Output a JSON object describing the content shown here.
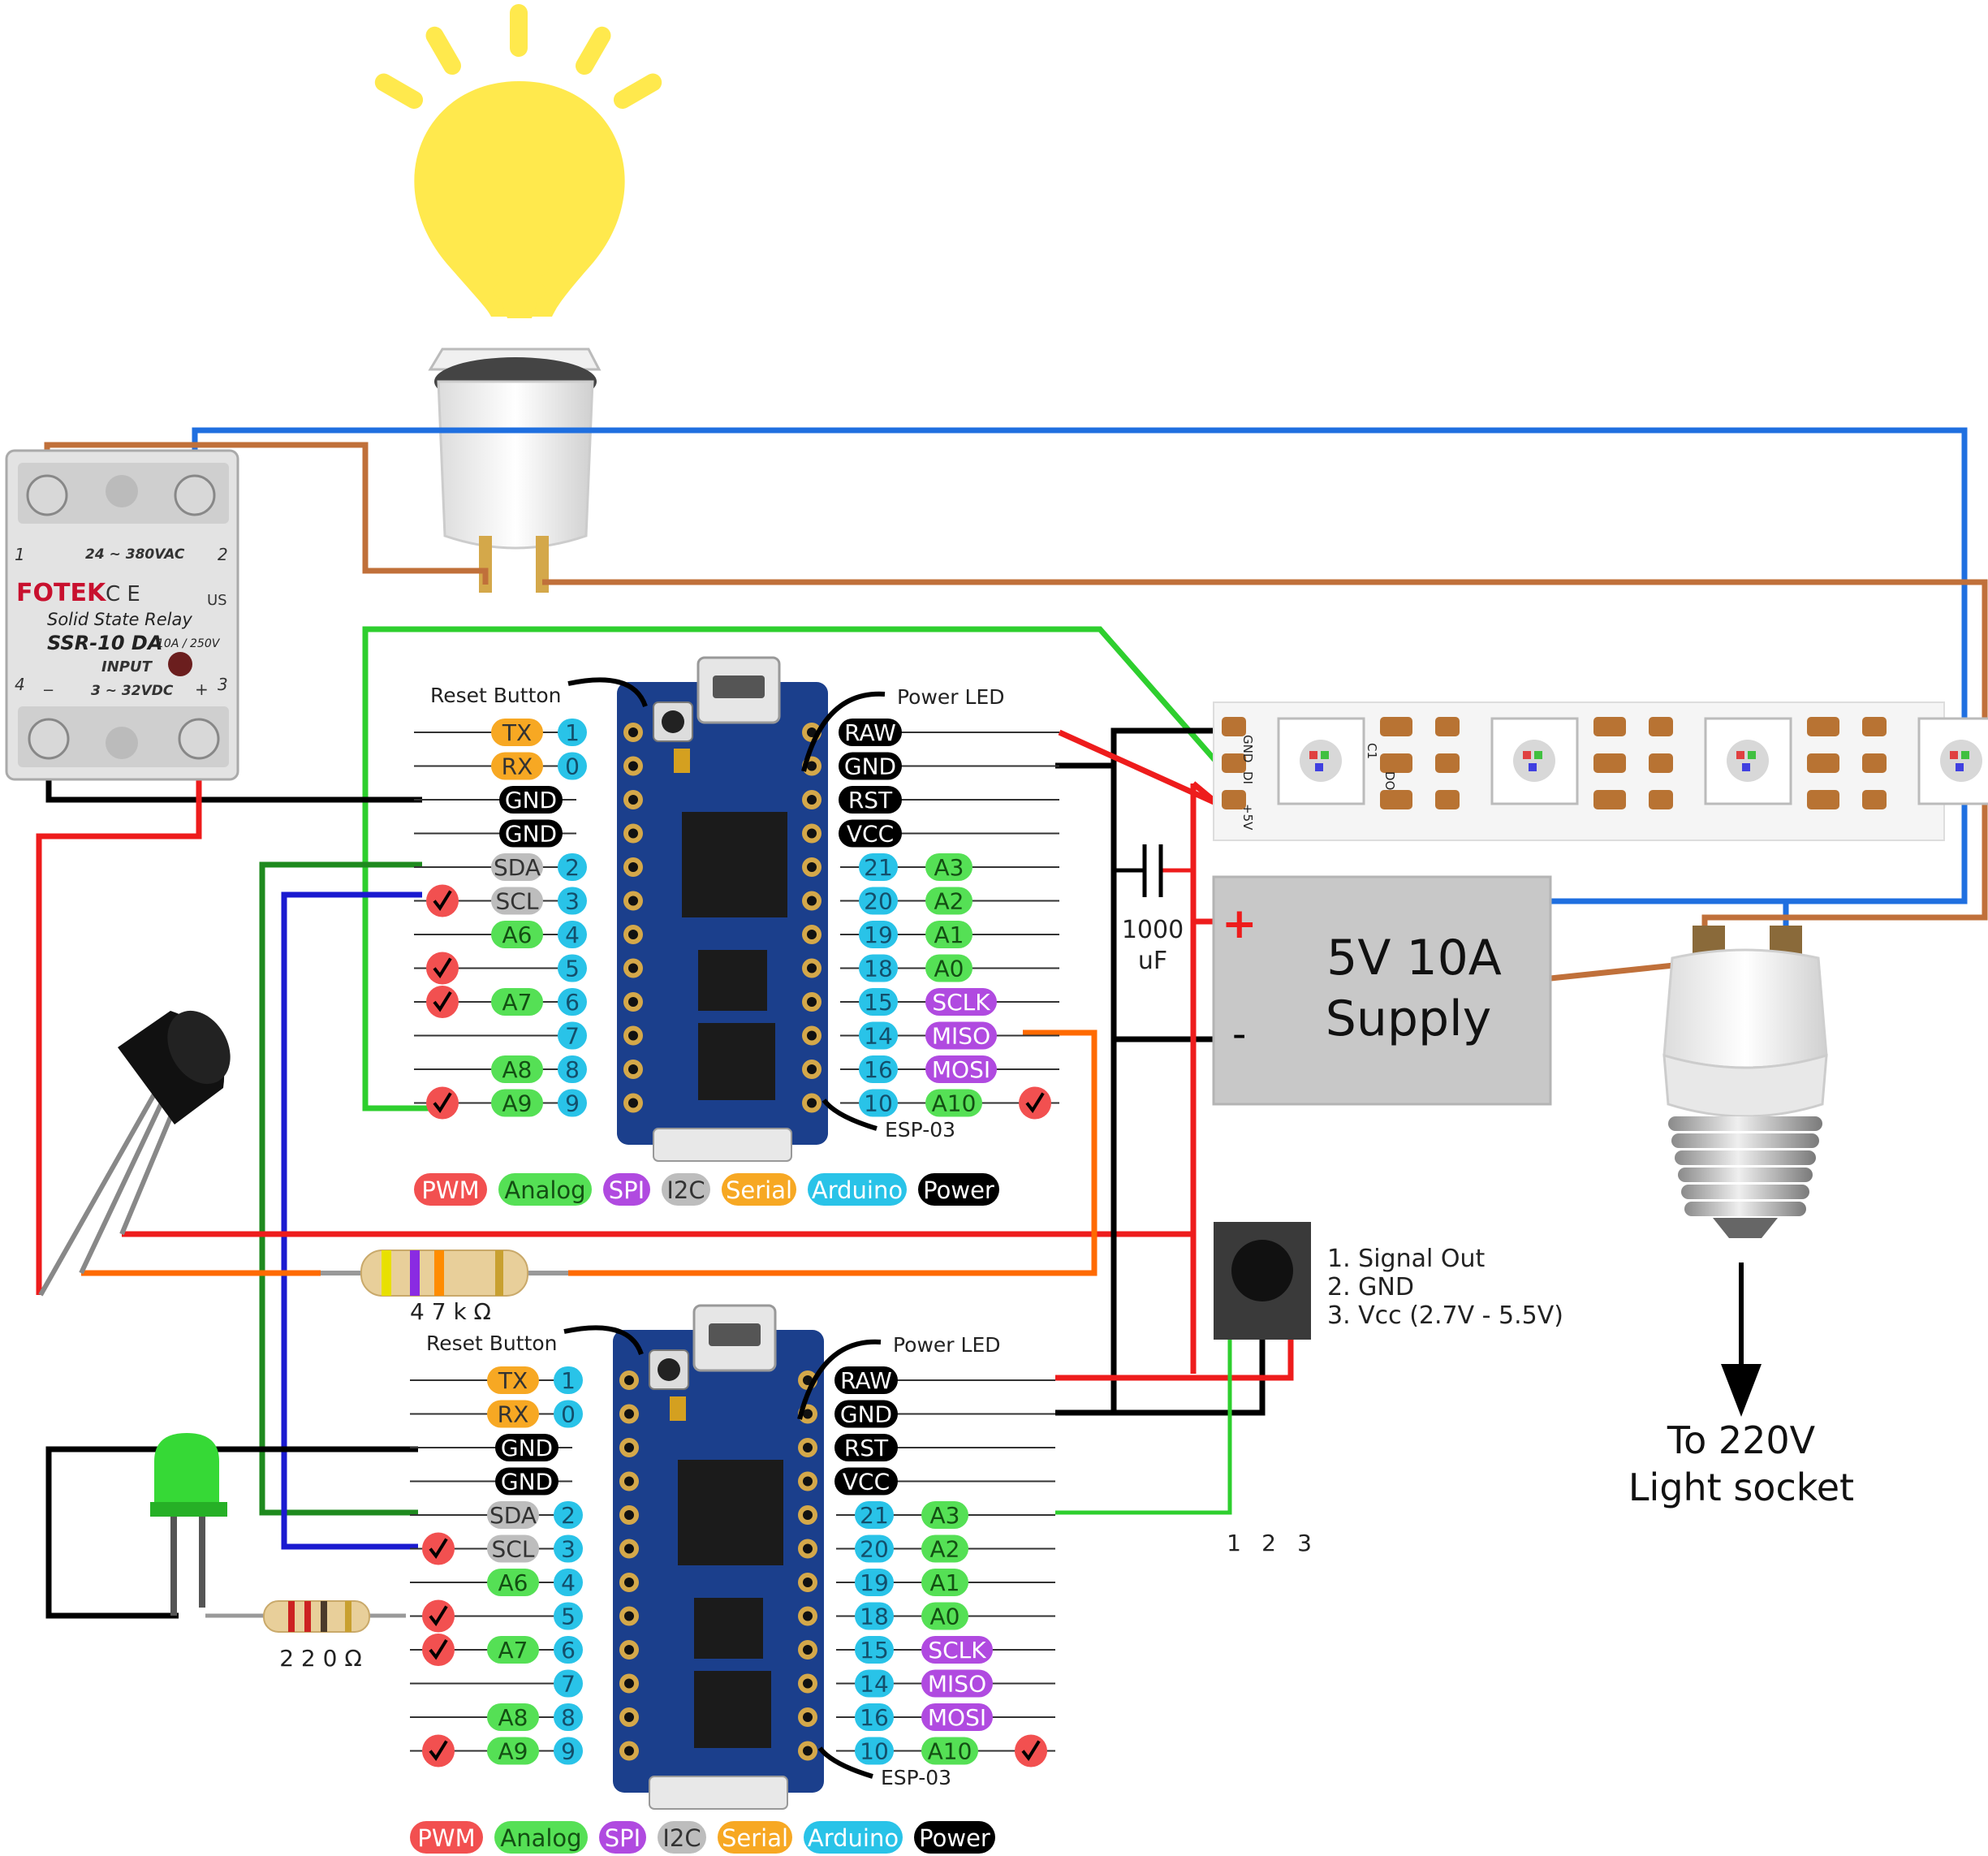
{
  "colors": {
    "wire_blue": "#1f6fe0",
    "wire_brown": "#c0703a",
    "wire_green": "#2ecf2e",
    "wire_dark_green": "#1e8a1e",
    "wire_navy": "#1a1ad0",
    "wire_red": "#ee1c1c",
    "wire_black": "#000000",
    "wire_orange": "#ff6a00",
    "board_blue": "#1b3f8c",
    "pill_orange": "#f7a823",
    "pill_cyan": "#29c3e8",
    "pill_green": "#55e055",
    "pill_purple": "#b04ae0",
    "pill_gray": "#bdbdbd",
    "pill_black": "#000000",
    "pill_red": "#f25050",
    "supply_gray": "#c8c8c8",
    "bulb_yellow": "#ffe94d"
  },
  "relay": {
    "brand": "FOTEK",
    "type": "Solid State Relay",
    "model": "SSR-10 DA",
    "rating": "10A / 250V",
    "ac_range": "24 ~ 380VAC",
    "input_label": "INPUT",
    "input_range": "3 ~ 32VDC",
    "ce": "C E",
    "ul": "US",
    "term_1": "1",
    "term_2": "2",
    "term_3": "3",
    "term_4": "4",
    "minus": "−",
    "plus": "+"
  },
  "boards": {
    "reset_label": "Reset Button",
    "power_led_label": "Power LED",
    "chip_label": "ESP-03",
    "legend": [
      "PWM",
      "Analog",
      "SPI",
      "I2C",
      "Serial",
      "Arduino",
      "Power"
    ],
    "left_pins": [
      {
        "num": "1",
        "func": "TX"
      },
      {
        "num": "0",
        "func": "RX"
      },
      {
        "num": "",
        "func": "GND"
      },
      {
        "num": "",
        "func": "GND"
      },
      {
        "num": "2",
        "func": "SDA"
      },
      {
        "num": "3",
        "func": "SCL"
      },
      {
        "num": "4",
        "func": "A6"
      },
      {
        "num": "5",
        "func": ""
      },
      {
        "num": "6",
        "func": "A7"
      },
      {
        "num": "7",
        "func": ""
      },
      {
        "num": "8",
        "func": "A8"
      },
      {
        "num": "9",
        "func": "A9"
      }
    ],
    "right_pins": [
      {
        "num": "",
        "func": "RAW"
      },
      {
        "num": "",
        "func": "GND"
      },
      {
        "num": "",
        "func": "RST"
      },
      {
        "num": "",
        "func": "VCC"
      },
      {
        "num": "21",
        "func": "A3"
      },
      {
        "num": "20",
        "func": "A2"
      },
      {
        "num": "19",
        "func": "A1"
      },
      {
        "num": "18",
        "func": "A0"
      },
      {
        "num": "15",
        "func": "SCLK"
      },
      {
        "num": "14",
        "func": "MISO"
      },
      {
        "num": "16",
        "func": "MOSI"
      },
      {
        "num": "10",
        "func": "A10"
      }
    ]
  },
  "led_strip": {
    "pad_gnd": "GND",
    "pad_di": "DI",
    "pad_do": "DO",
    "pad_5v": "+5V",
    "cap_label": "C1"
  },
  "capacitor": {
    "value": "1000",
    "unit": "uF"
  },
  "supply": {
    "plus": "+",
    "minus": "-",
    "line1": "5V 10A",
    "line2": "Supply"
  },
  "sensor": {
    "legend": [
      "1. Signal Out",
      "2. GND",
      "3. Vcc (2.7V - 5.5V)"
    ],
    "pins": [
      "1",
      "2",
      "3"
    ]
  },
  "resistors": {
    "r1": "4 7 k Ω",
    "r2": "2 2 0 Ω"
  },
  "socket_note": {
    "line1": "To 220V",
    "line2": "Light socket"
  }
}
